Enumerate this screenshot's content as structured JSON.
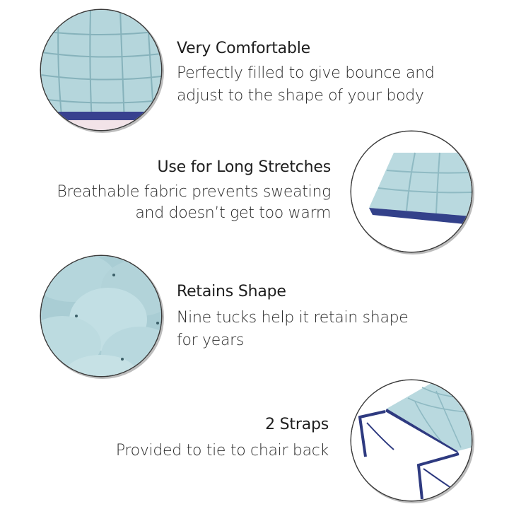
{
  "colors": {
    "fabric_light": "#b9d9df",
    "fabric_mid": "#9ec6ce",
    "fabric_shadow": "#7eaab4",
    "border_navy": "#2e3a80",
    "text": "#222222"
  },
  "features": [
    {
      "title": "Very Comfortable",
      "description_lines": [
        "Perfectly filled to give bounce and",
        "adjust to the shape of your body"
      ],
      "image": "cushion-top-closeup"
    },
    {
      "title": "Use for Long Stretches",
      "description_lines": [
        "Breathable fabric prevents sweating",
        "and doesn’t get too warm"
      ],
      "image": "cushion-side-view"
    },
    {
      "title": "Retains Shape",
      "description_lines": [
        "Nine tucks help it retain shape",
        "for years"
      ],
      "image": "cushion-tucks-closeup"
    },
    {
      "title": "2 Straps",
      "description_lines": [
        "Provided to tie to chair back"
      ],
      "image": "cushion-straps-view"
    }
  ]
}
